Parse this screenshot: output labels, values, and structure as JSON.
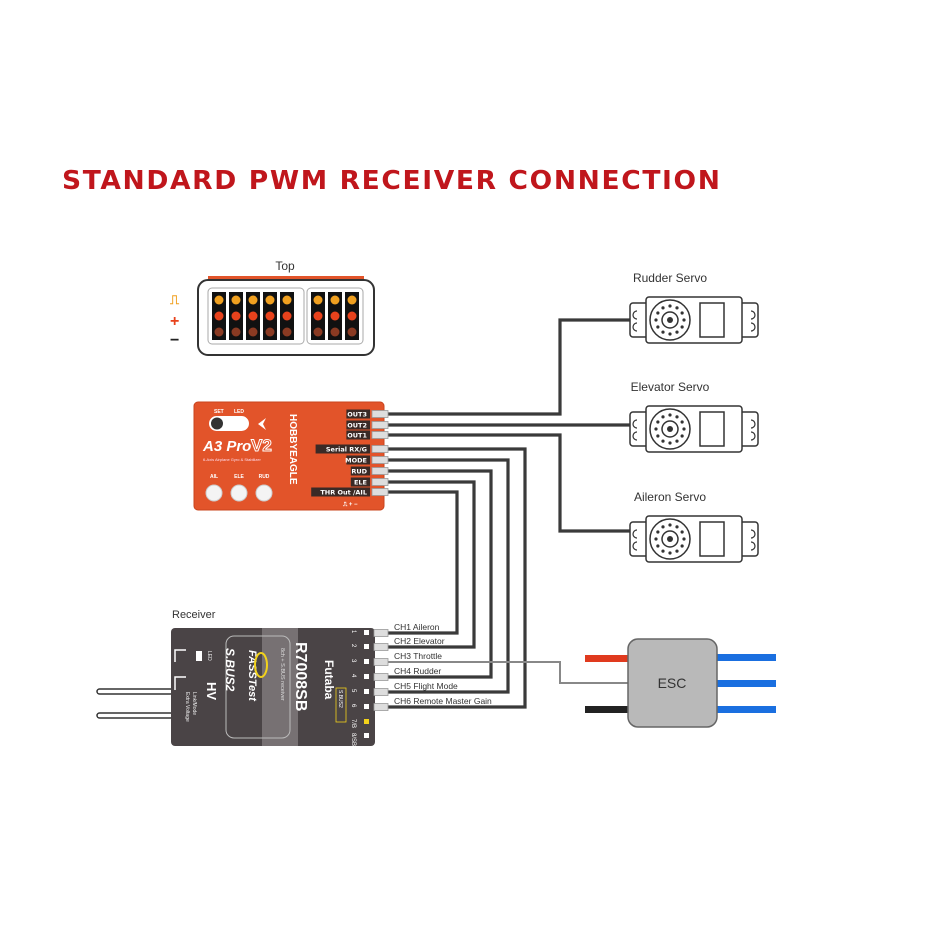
{
  "title": "STANDARD PWM RECEIVER CONNECTION",
  "top_view": {
    "label": "Top",
    "legend": {
      "signal": "⎍",
      "plus": "+",
      "minus": "−"
    },
    "pin_groups": [
      5,
      3
    ]
  },
  "controller": {
    "brand": "HOBBYEAGLE",
    "model": "A3 Pro",
    "version": "V2",
    "subtitle": "6-Axis Airplane Gyro & Stabilizer",
    "button_labels": {
      "set": "SET",
      "led": "LED"
    },
    "knobs": [
      "AIL",
      "ELE",
      "RUD"
    ],
    "ports": [
      "OUT3",
      "OUT2",
      "OUT1",
      "Serial RX/G",
      "MODE",
      "RUD",
      "ELE",
      "THR Out /AIL"
    ],
    "pin_legend": "⎍ + −"
  },
  "servos": [
    {
      "label": "Rudder Servo",
      "port": "OUT3"
    },
    {
      "label": "Elevator Servo",
      "port": "OUT2"
    },
    {
      "label": "Aileron Servo",
      "port": "OUT1"
    }
  ],
  "receiver": {
    "label": "Receiver",
    "brand": "Futaba",
    "model": "R7008SB",
    "description": "8ch + S.BUS receiver",
    "logo": "FASSTest",
    "sbus": "S.BUS2",
    "hv": "HV",
    "side_text": [
      "Extra Voltage",
      "Link/Mode"
    ],
    "led_label": "LED",
    "pin_numbers": [
      "1",
      "2",
      "3",
      "4",
      "5",
      "6",
      "7/B",
      "8/SB"
    ],
    "sbus2_tag": "S.BUS2",
    "channels": [
      {
        "label": "CH1 Aileron",
        "to": "THR Out /AIL"
      },
      {
        "label": "CH2 Elevator",
        "to": "ELE"
      },
      {
        "label": "CH3 Throttle",
        "to": "ESC"
      },
      {
        "label": "CH4 Rudder",
        "to": "RUD"
      },
      {
        "label": "CH5 Flight Mode",
        "to": "MODE"
      },
      {
        "label": "CH6 Remote Master Gain",
        "to": "Serial RX/G"
      }
    ]
  },
  "esc": {
    "label": "ESC"
  },
  "colors": {
    "title": "#c0161c",
    "controller_body": "#e2542a",
    "receiver_body": "#4a4446",
    "wire": "#3a3a3a",
    "esc_body": "#b9b9b9",
    "power_red": "#e03a1e",
    "power_black": "#222222",
    "motor_blue": "#1a6fe0",
    "pin_signal": "#f0a020",
    "pin_plus": "#e8421c",
    "pin_minus": "#8a3a22"
  }
}
